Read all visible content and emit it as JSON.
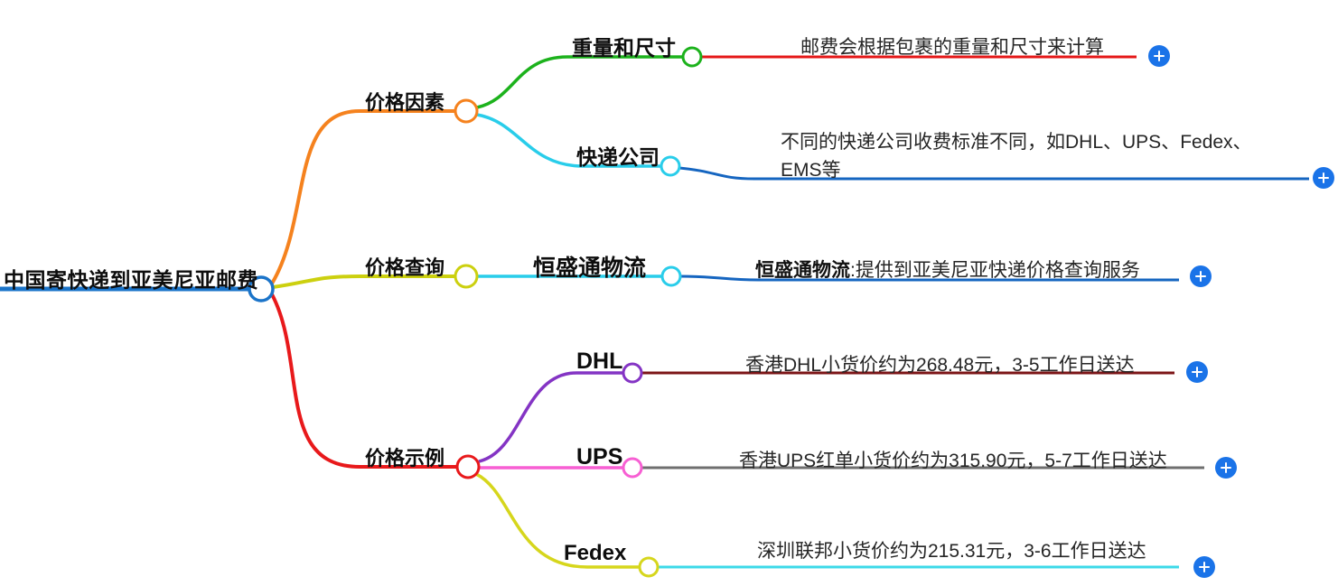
{
  "root": {
    "label": "中国寄快递到亚美尼亚邮费"
  },
  "branches": {
    "factors": {
      "label": "价格因素",
      "weight": {
        "label": "重量和尺寸",
        "note": "邮费会根据包裹的重量和尺寸来计算"
      },
      "company": {
        "label": "快递公司",
        "note": "不同的快递公司收费标准不同，如DHL、UPS、Fedex、\nEMS等"
      }
    },
    "query": {
      "label": "价格查询",
      "hst": {
        "label": "恒盛通物流",
        "note_strong": "恒盛通物流",
        "note_rest": ":提供到亚美尼亚快递价格查询服务"
      }
    },
    "examples": {
      "label": "价格示例",
      "dhl": {
        "label": "DHL",
        "note": "香港DHL小货价约为268.48元，3-5工作日送达"
      },
      "ups": {
        "label": "UPS",
        "note": "香港UPS红单小货价约为315.90元，5-7工作日送达"
      },
      "fedex": {
        "label": "Fedex",
        "note": "深圳联邦小货价约为215.31元，3-6工作日送达"
      }
    }
  },
  "colors": {
    "root_blue": "#1b74c9",
    "branch_orange": "#f5821e",
    "branch_olive": "#ccd00f",
    "branch_red": "#e8191b",
    "branch_green": "#1cb21c",
    "branch_cyan": "#29cdea",
    "leaf_red": "#e51717",
    "leaf_blue": "#1565c0",
    "leaf_maroon": "#7c1416",
    "leaf_gray": "#6f6f6f",
    "leaf_cyan": "#3cd9e8",
    "branch_purple": "#8434c4",
    "branch_pink": "#f75fd3",
    "branch_yellow": "#d6d61c",
    "plus_blue": "#1a73e8"
  }
}
